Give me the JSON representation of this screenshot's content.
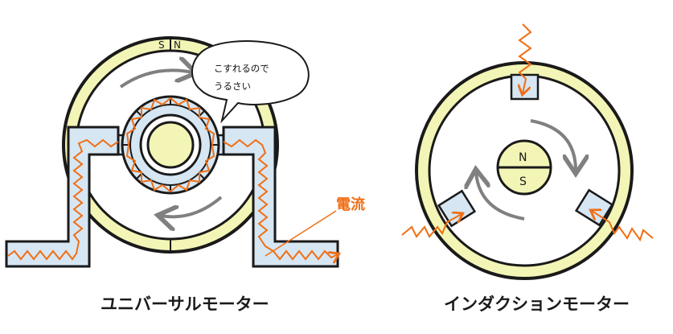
{
  "universal_motor": {
    "caption": "ユニバーサルモーター",
    "magnet_s": "S",
    "magnet_n": "N",
    "bubble_line1": "こすれるので",
    "bubble_line2": "うるさい"
  },
  "induction_motor": {
    "caption": "インダクションモーター",
    "magnet_n": "N",
    "magnet_s": "S"
  },
  "current_label": "電流",
  "colors": {
    "ring_fill": "#f3f5b6",
    "coil_fill": "#d6e6f3",
    "current": "#f06e14",
    "rotation_arrow": "#808080",
    "current_label": "#f06e14"
  }
}
